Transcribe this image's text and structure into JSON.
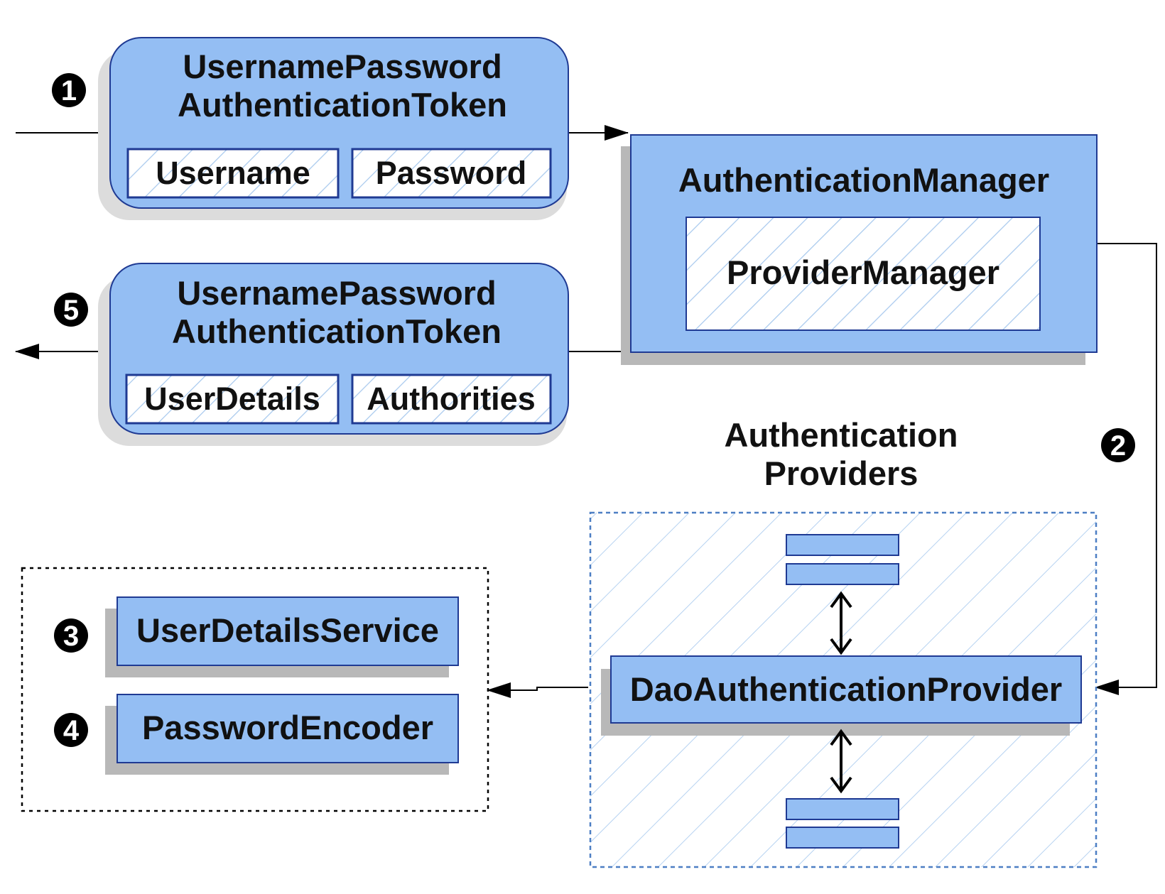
{
  "diagram": {
    "step_markers": [
      "1",
      "2",
      "3",
      "4",
      "5"
    ],
    "input_token": {
      "title_line1": "UsernamePassword",
      "title_line2": "AuthenticationToken",
      "field_left": "Username",
      "field_right": "Password"
    },
    "output_token": {
      "title_line1": "UsernamePassword",
      "title_line2": "AuthenticationToken",
      "field_left": "UserDetails",
      "field_right": "Authorities"
    },
    "authentication_manager": {
      "title": "AuthenticationManager",
      "inner": "ProviderManager"
    },
    "providers_label": {
      "line1": "Authentication",
      "line2": "Providers"
    },
    "dao_provider": "DaoAuthenticationProvider",
    "user_details_service": "UserDetailsService",
    "password_encoder": "PasswordEncoder"
  },
  "colors": {
    "box_fill": "#94bef3",
    "box_stroke": "#1f3a93",
    "shadow": "#b8b8b8",
    "hatch": "#9cc3ee",
    "line": "#000000"
  }
}
